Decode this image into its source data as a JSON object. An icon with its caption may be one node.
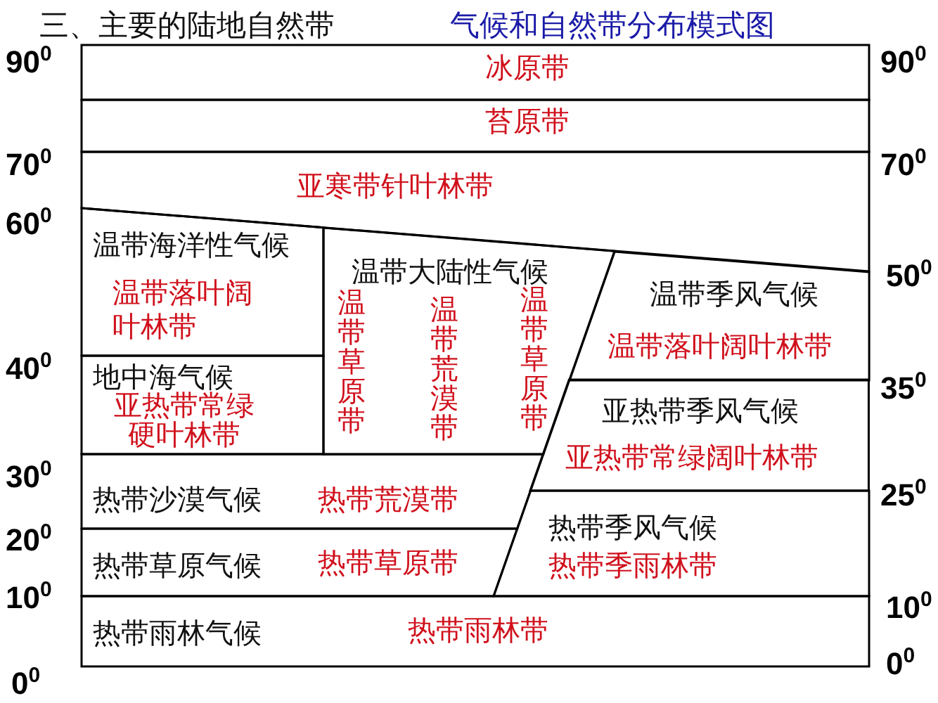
{
  "diagram": {
    "title": "三、主要的陆地自然带",
    "nodes": [
      {
        "text": [
          "冰原带"
        ]
      },
      {
        "text": [
          "苔原带"
        ]
      },
      {
        "text": [
          "亚寒带针叶林带"
        ]
      },
      {
        "text": [
          "温带海洋性气候",
          "温带落叶阔叶林带"
        ]
      },
      {
        "text": [
          "地中海气候",
          "亚热带常绿硬叶林带"
        ]
      },
      {
        "text": [
          "温带大陆性气候",
          "温带草原带",
          "温带荒漠带",
          "温带草原带"
        ]
      },
      {
        "text": [
          "温带季风气候",
          "温带落叶阔叶林带"
        ]
      },
      {
        "text": [
          "亚热带季风气候",
          "亚热带常绿阔叶林带"
        ]
      },
      {
        "text": [
          "热带沙漠气候",
          "热带荒漠带"
        ]
      },
      {
        "text": [
          "热带草原气候",
          "热带草原带"
        ]
      },
      {
        "text": [
          "热带季风气候",
          "热带季雨林带"
        ]
      },
      {
        "text": [
          "热带雨林气候",
          "热带雨林带"
        ]
      }
    ],
    "labels": [
      "气候和自然带分布模式图",
      "90$^{0}$",
      "90$^{0}$",
      "70$^{0}$",
      "70$^{0}$",
      "60$^{0}$",
      "50$^{0}$",
      "40$^{0}$",
      "35$^{0}$",
      "30$^{0}$",
      "25$^{0}$",
      "20$^{0}$",
      "10$^{0}$",
      "10$^{0}$",
      "0$^{0}$",
      "0$^{0}$"
    ]
  }
}
